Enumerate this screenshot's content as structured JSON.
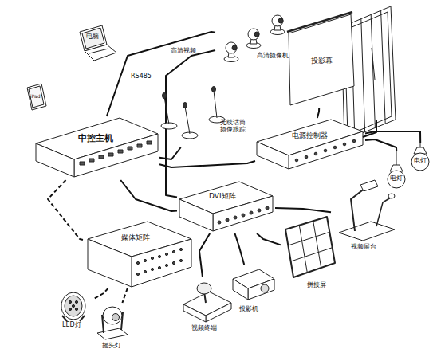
{
  "diagram": {
    "nodes": [
      {
        "text": [
          "电脑"
        ]
      },
      {
        "text": [
          "高清摄像机"
        ]
      },
      {
        "text": [
          "投影幕"
        ]
      },
      {
        "text": [
          "iPad"
        ]
      },
      {
        "text": [
          "无线话筒 摄像跟踪"
        ]
      },
      {
        "text": [
          "中控主机"
        ]
      },
      {
        "text": [
          "电源控制器"
        ]
      },
      {
        "text": [
          "电灯"
        ]
      },
      {
        "text": [
          "电灯"
        ]
      },
      {
        "text": [
          "DVI矩阵"
        ]
      },
      {
        "text": [
          "视频展台"
        ]
      },
      {
        "text": [
          "媒体矩阵"
        ]
      },
      {
        "text": [
          "拼接屏"
        ]
      },
      {
        "text": [
          "投影机"
        ]
      },
      {
        "text": [
          "视频终端"
        ]
      },
      {
        "text": [
          "LED灯"
        ]
      },
      {
        "text": [
          "摇头灯"
        ]
      }
    ],
    "edges": [
      {
        "from": 5,
        "to": 1,
        "arrow": "none",
        "label": "RS485"
      },
      {
        "from": 1,
        "to": 9,
        "arrow": "none",
        "label": "高清视频"
      },
      {
        "from": 4,
        "to": 5,
        "arrow": "none"
      },
      {
        "from": 5,
        "to": 6,
        "arrow": "none"
      },
      {
        "from": 5,
        "to": 9,
        "arrow": "none"
      },
      {
        "from": 5,
        "to": 11,
        "arrow": "none"
      },
      {
        "from": 6,
        "to": 2,
        "arrow": "none"
      },
      {
        "from": 6,
        "to": 7,
        "arrow": "none"
      },
      {
        "from": 6,
        "to": 8,
        "arrow": "none"
      },
      {
        "from": 9,
        "to": 10,
        "arrow": "none"
      },
      {
        "from": 9,
        "to": 12,
        "arrow": "none"
      },
      {
        "from": 9,
        "to": 13,
        "arrow": "none"
      },
      {
        "from": 9,
        "to": 14,
        "arrow": "none"
      },
      {
        "from": 11,
        "to": 15,
        "arrow": "none"
      },
      {
        "from": 11,
        "to": 16,
        "arrow": "none"
      }
    ]
  }
}
